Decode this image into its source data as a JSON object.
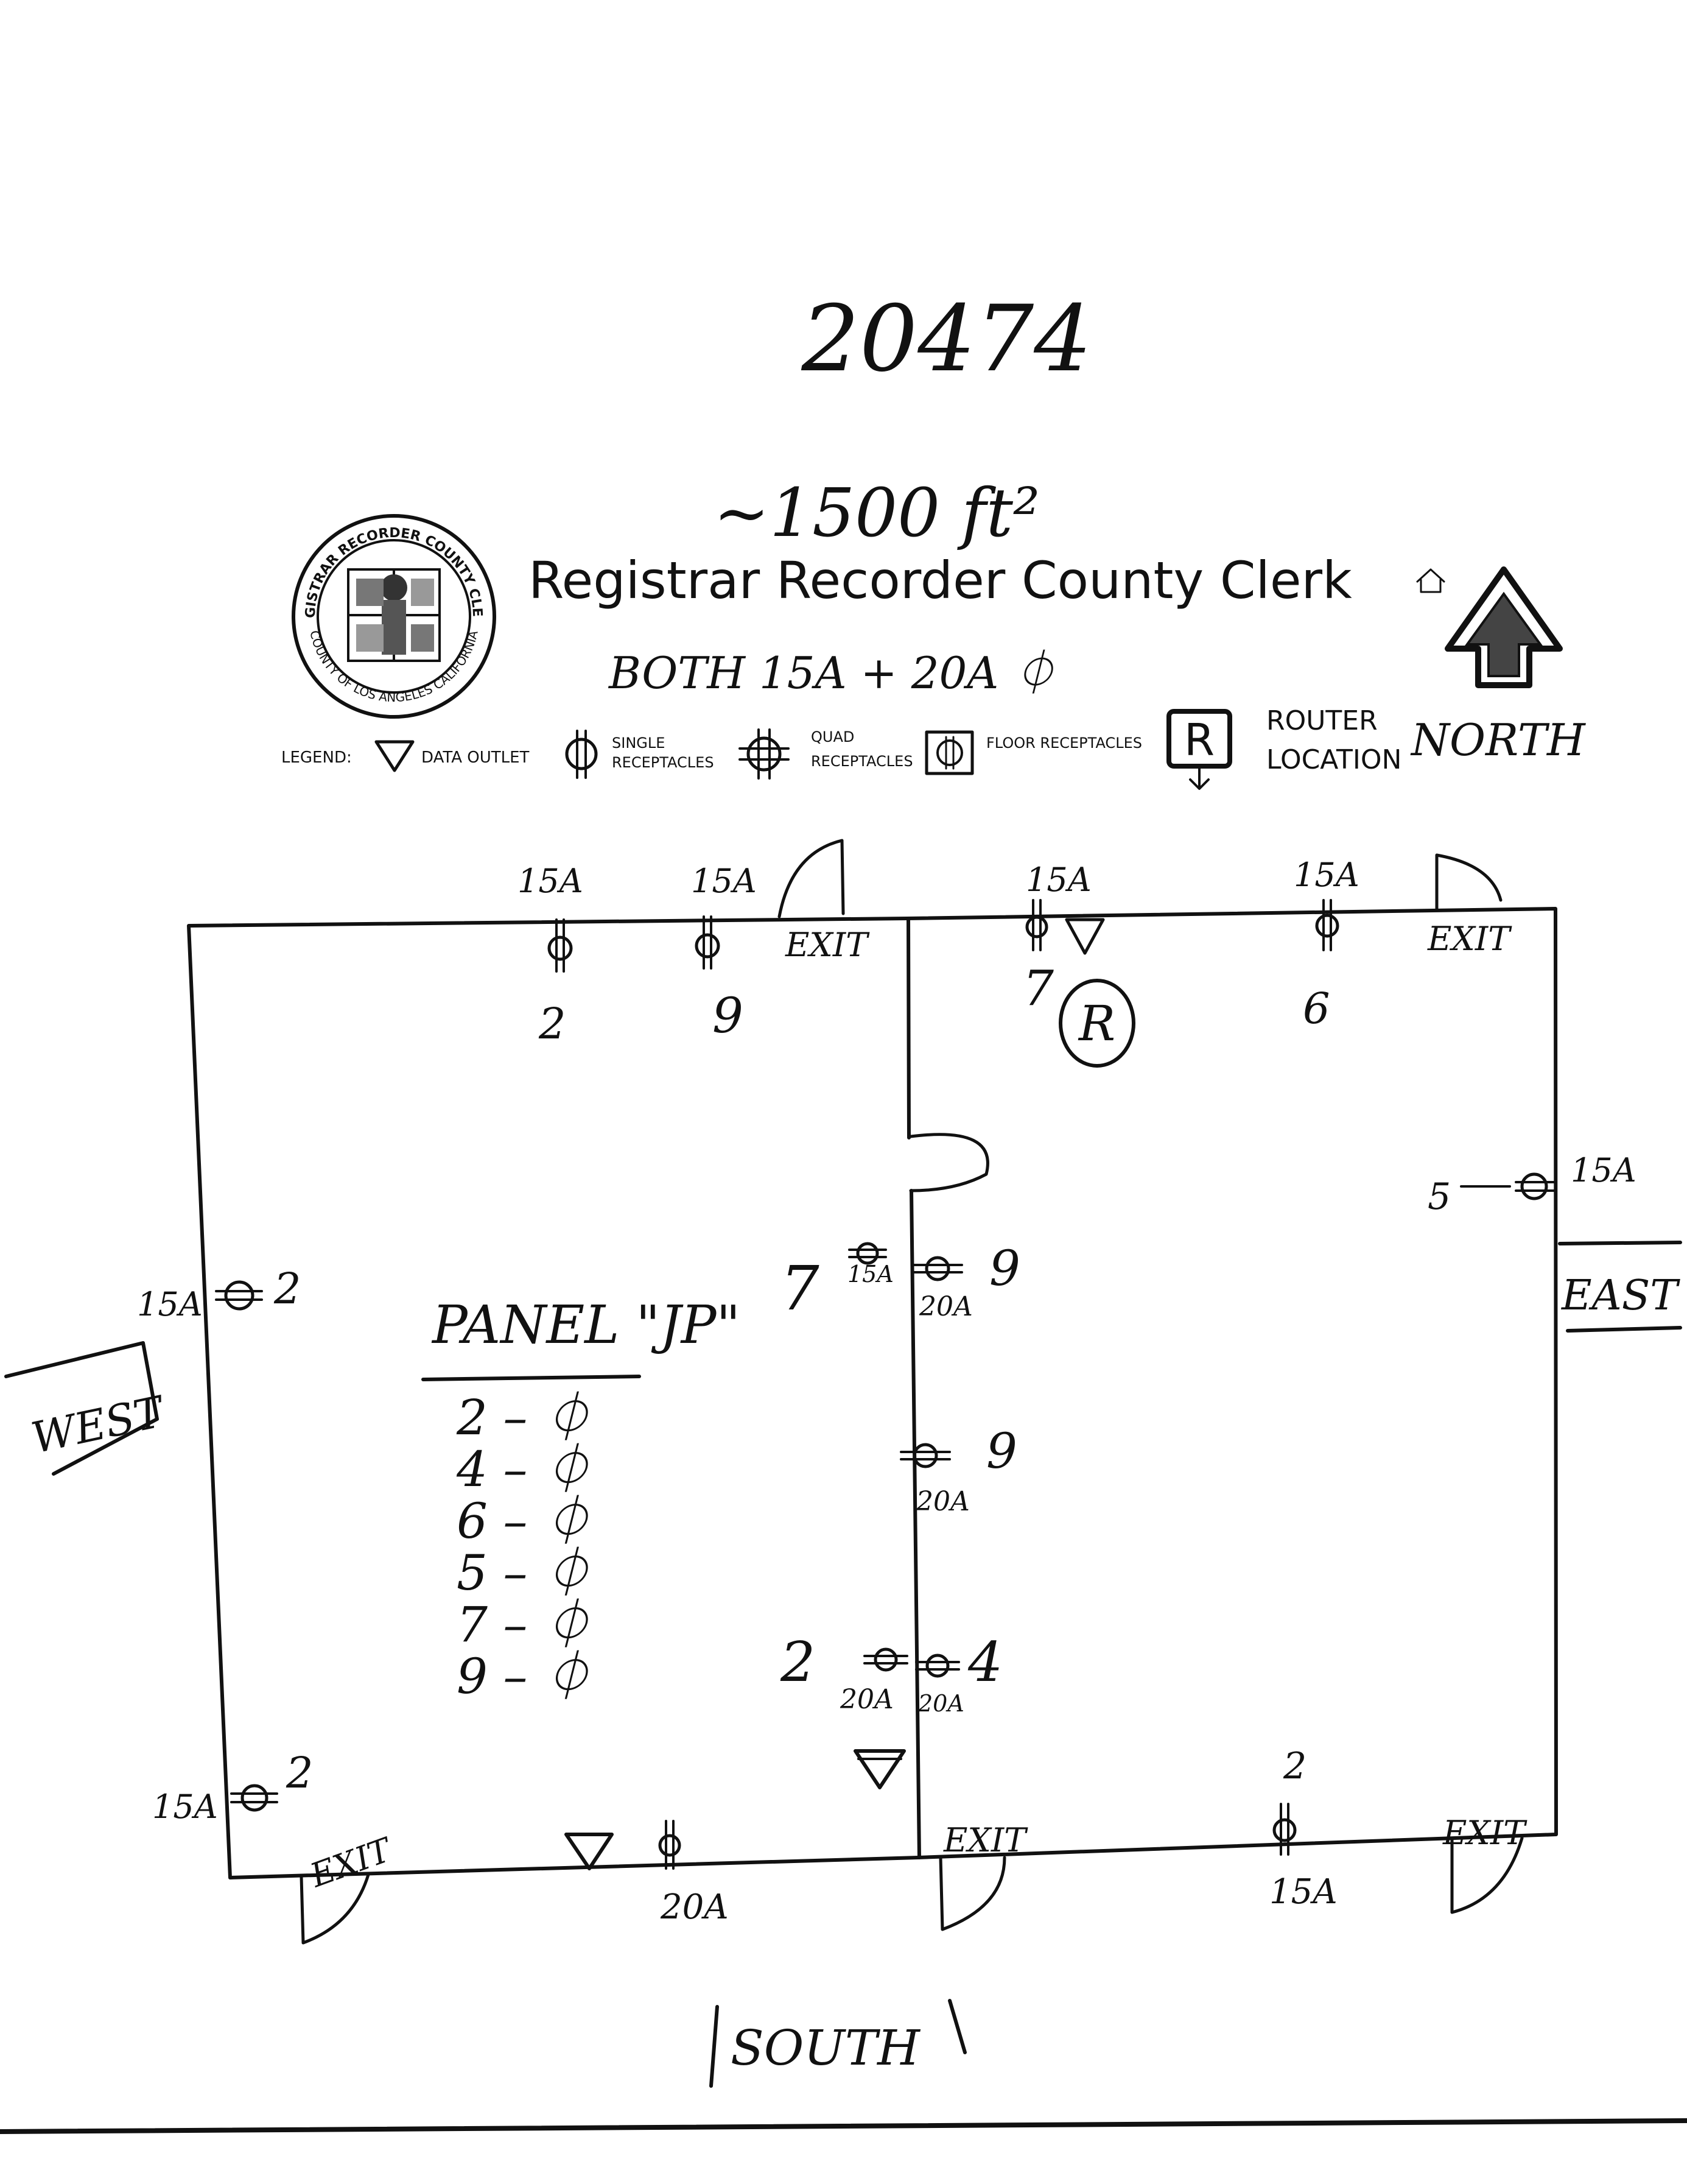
{
  "header": {
    "site_number": "20474",
    "area": "~1500 ft²",
    "org_title": "Registrar Recorder County Clerk",
    "seal_text": "REGISTRAR RECORDER COUNTY CLERK",
    "seal_text_bottom": "COUNTY OF LOS ANGELES CALIFORNIA",
    "receptacle_note": "BOTH 15A + 20A ⏀"
  },
  "legend": {
    "label": "LEGEND:",
    "data_outlet": "DATA OUTLET",
    "single_receptacles": [
      "SINGLE",
      "RECEPTACLES"
    ],
    "quad_receptacles": [
      "QUAD",
      "RECEPTACLES"
    ],
    "floor_receptacles": "FLOOR RECEPTACLES",
    "router_symbol": "R",
    "router_location": [
      "ROUTER",
      "LOCATION"
    ]
  },
  "compass": {
    "north": "NORTH",
    "south": "SOUTH",
    "east": "EAST",
    "west": "WEST"
  },
  "exits": [
    "EXIT",
    "EXIT",
    "EXIT",
    "EXIT",
    "EXIT"
  ],
  "north_wall": {
    "r1": {
      "amp": "15A",
      "circuit": "2"
    },
    "r2": {
      "amp": "15A",
      "circuit": "9"
    },
    "r3": {
      "amp": "15A",
      "circuit": "7"
    },
    "r4": {
      "amp": "15A",
      "circuit": "6"
    },
    "router": "R"
  },
  "west_wall": {
    "r1": {
      "amp": "15A",
      "circuit": "2"
    },
    "r2": {
      "amp": "15A",
      "circuit": "2"
    }
  },
  "east_wall": {
    "r1": {
      "amp": "15A",
      "circuit": "5"
    }
  },
  "center_wall": {
    "r1": {
      "left_circuit": "7",
      "left_amp": "15A",
      "right_amp": "20A",
      "right_circuit": "9"
    },
    "r2": {
      "amp": "20A",
      "circuit": "9"
    },
    "r3": {
      "left_circuit": "2",
      "left_amp": "20A",
      "right_amp": "20A",
      "right_circuit": "4"
    }
  },
  "south_wall": {
    "r1": {
      "amp": "20A"
    },
    "r2": {
      "amp": "15A",
      "circuit": "2"
    }
  },
  "panel": {
    "title": "PANEL \"JP\"",
    "circuits": [
      "2 – ⏀",
      "4 – ⏀",
      "6 – ⏀",
      "5 – ⏀",
      "7 – ⏀",
      "9 – ⏀"
    ]
  }
}
